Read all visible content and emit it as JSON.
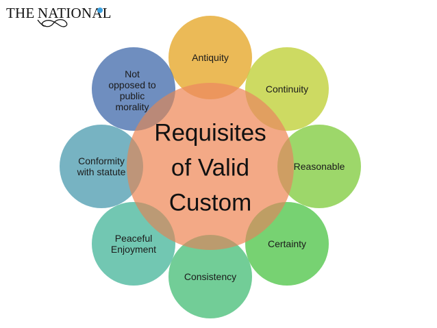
{
  "logo": {
    "text_the": "THE",
    "text_national": "NATIONAL",
    "dot_color": "#3aa0e0"
  },
  "center": {
    "title": "Requisites\nof Valid\nCustom",
    "color": "#f2a27c"
  },
  "nodes": [
    {
      "id": "antiquity",
      "label": "Antiquity",
      "color": "#f1cd74"
    },
    {
      "id": "continuity",
      "label": "Continuity",
      "color": "#dbe57f"
    },
    {
      "id": "reasonable",
      "label": "Reasonable",
      "color": "#b5e387"
    },
    {
      "id": "certainty",
      "label": "Certainty",
      "color": "#93df8e"
    },
    {
      "id": "consistency",
      "label": "Consistency",
      "color": "#8fdbb0"
    },
    {
      "id": "peaceful-enjoyment",
      "label": "Peaceful\nEnjoyment",
      "color": "#8fd6c6"
    },
    {
      "id": "conformity-with-statute",
      "label": "Conformity\nwith statute",
      "color": "#93c7d3"
    },
    {
      "id": "not-opposed-to-public-morality",
      "label": "Not\nopposed to\npublic\nmorality",
      "color": "#8ba8d0"
    }
  ]
}
